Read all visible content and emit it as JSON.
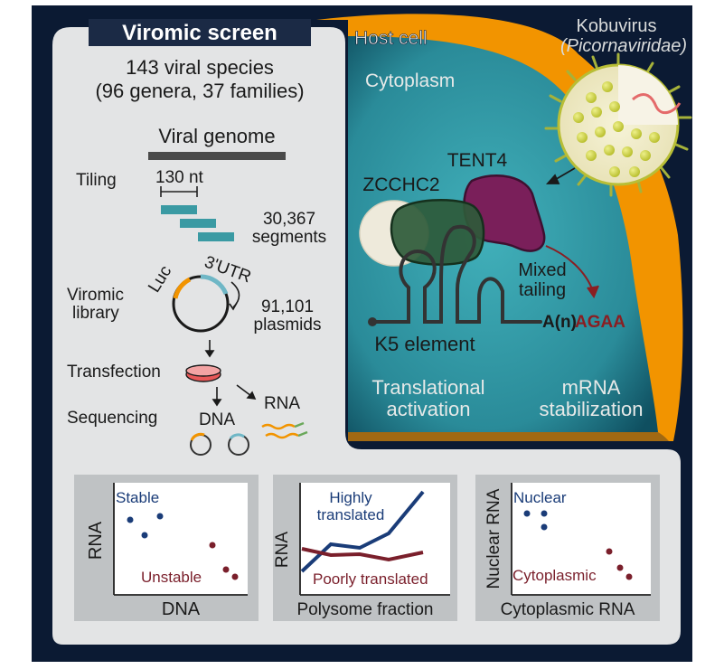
{
  "screen": {
    "title": "Viromic screen",
    "species": "143 viral species",
    "genera": "(96 genera, 37 families)"
  },
  "genome": {
    "label": "Viral genome",
    "tiling_label": "Tiling",
    "tile_size": "130 nt",
    "segments_count": "30,367",
    "segments_label": "segments"
  },
  "library": {
    "label_line1": "Viromic",
    "label_line2": "library",
    "luc": "Luc",
    "utr": "3'UTR",
    "plasmids_count": "91,101",
    "plasmids_label": "plasmids"
  },
  "steps": {
    "transfection": "Transfection",
    "sequencing": "Sequencing",
    "dna": "DNA",
    "rna": "RNA"
  },
  "host": {
    "host_cell": "Host cell",
    "cytoplasm": "Cytoplasm",
    "virus_line1": "Kobuvirus",
    "virus_line2": "(Picornaviridae)",
    "tent4": "TENT4",
    "zcchc2": "ZCCHC2",
    "mixed_line1": "Mixed",
    "mixed_line2": "tailing",
    "tail_an": "A(n)",
    "tail_agaa": "AGAA",
    "k5": "K5 element",
    "trans_line1": "Translational",
    "trans_line2": "activation",
    "mrna_line1": "mRNA",
    "mrna_line2": "stabilization"
  },
  "colors": {
    "frame": "#0b1a33",
    "panel": "#e3e4e5",
    "orange": "#f29400",
    "teal_light": "#3aa6b2",
    "teal_dark": "#0f5566",
    "maroon": "#7a1f2b",
    "navy": "#1a3c78",
    "green": "#2e5a3a",
    "tile": "#3a9aa3"
  },
  "charts": {
    "chart1": {
      "ylabel": "RNA",
      "xlabel": "DNA",
      "top_label": "Stable",
      "bottom_label": "Unstable"
    },
    "chart2": {
      "ylabel": "RNA",
      "xlabel": "Polysome fraction",
      "top_label_line1": "Highly",
      "top_label_line2": "translated",
      "bottom_label": "Poorly translated"
    },
    "chart3": {
      "ylabel": "Nuclear RNA",
      "xlabel": "Cytoplasmic RNA",
      "top_label": "Nuclear",
      "bottom_label": "Cytoplasmic"
    }
  }
}
